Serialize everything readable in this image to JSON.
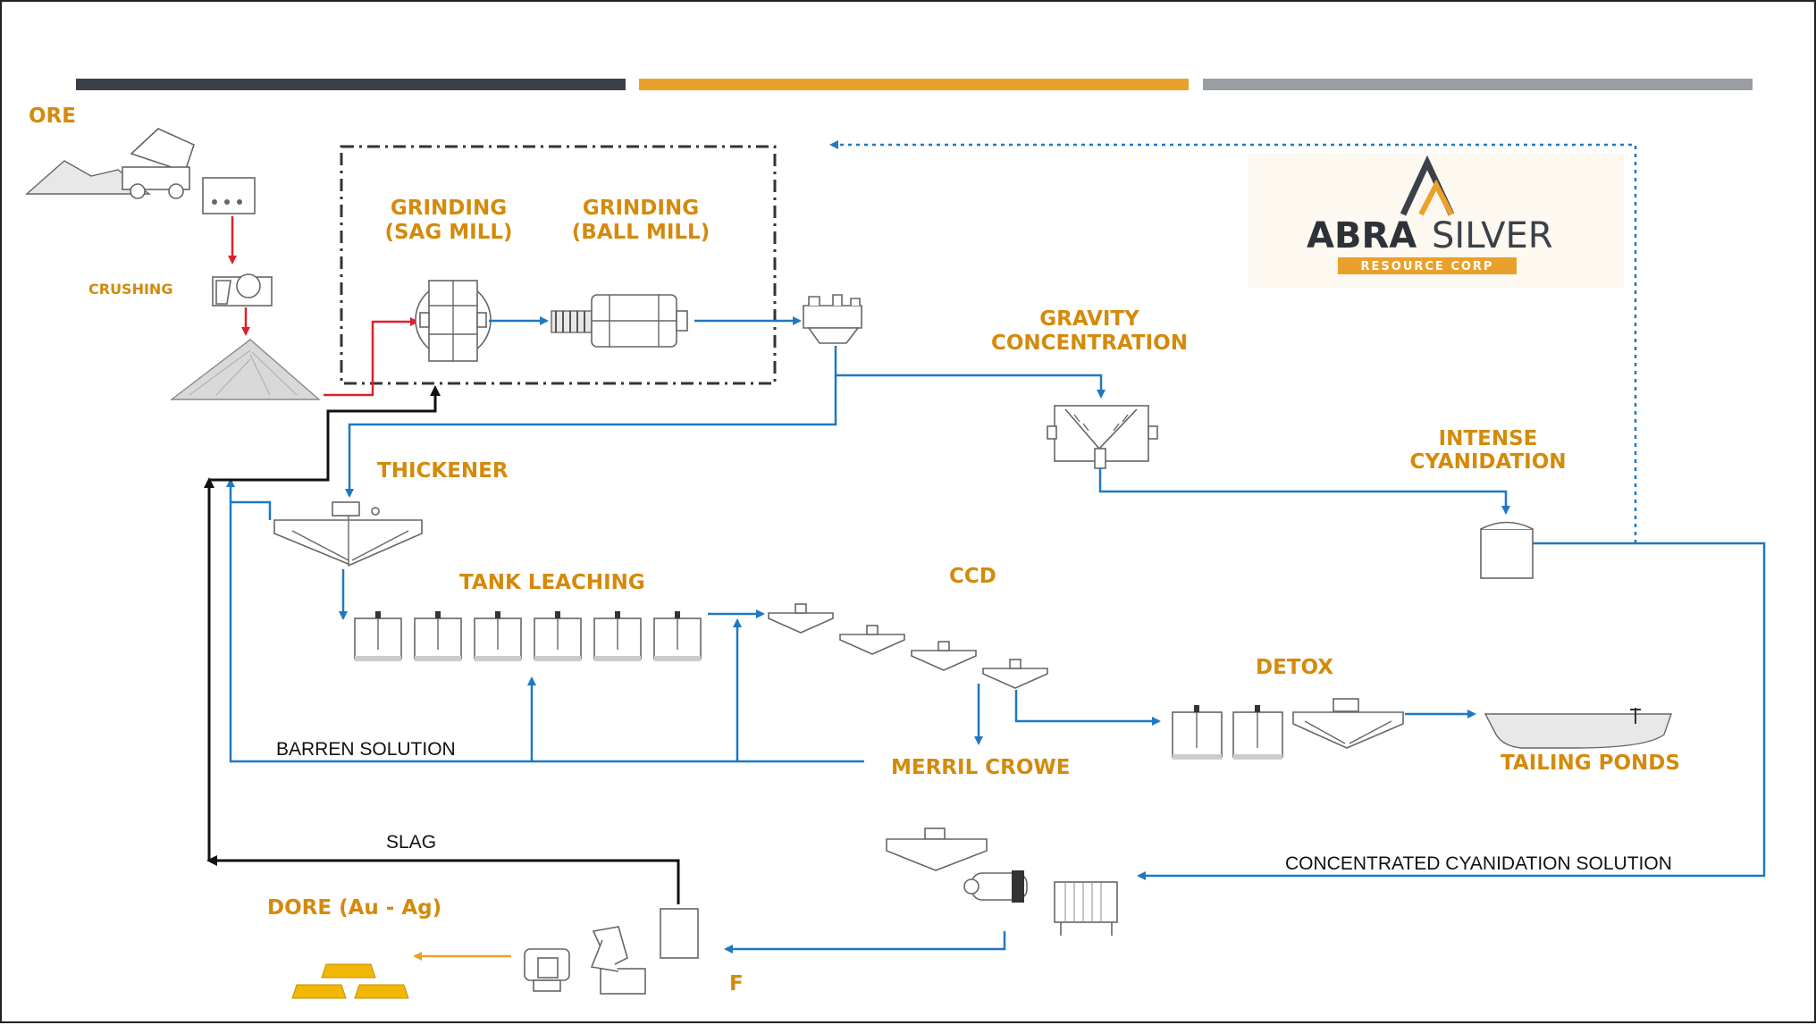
{
  "colors": {
    "bar_dark": "#3b4148",
    "bar_orange": "#e9a12b",
    "bar_gray": "#9a9ea3",
    "label_orange": "#d48a0b",
    "flow_blue": "#1f78c1",
    "flow_black": "#111111",
    "flow_red": "#e0202a",
    "gold": "#f2b705"
  },
  "logo": {
    "name_dark": "ABRA",
    "name_light": "SILVER",
    "tagline": "RESOURCE CORP"
  },
  "labels": {
    "ore": "ORE",
    "crushing": "CRUSHING",
    "grinding_sag_1": "GRINDING",
    "grinding_sag_2": "(SAG MILL)",
    "grinding_ball_1": "GRINDING",
    "grinding_ball_2": "(BALL MILL)",
    "gravity_1": "GRAVITY",
    "gravity_2": "CONCENTRATION",
    "thickener": "THICKENER",
    "intense_1": "INTENSE",
    "intense_2": "CYANIDATION",
    "tank_leaching": "TANK LEACHING",
    "ccd": "CCD",
    "detox": "DETOX",
    "barren_solution": "BARREN SOLUTION",
    "merril_crowe": "MERRIL CROWE",
    "tailing_ponds": "TAILING PONDS",
    "slag": "SLAG",
    "concentrated_solution": "CONCENTRATED CYANIDATION SOLUTION",
    "dore": "DORE (Au - Ag)",
    "f": "F"
  }
}
